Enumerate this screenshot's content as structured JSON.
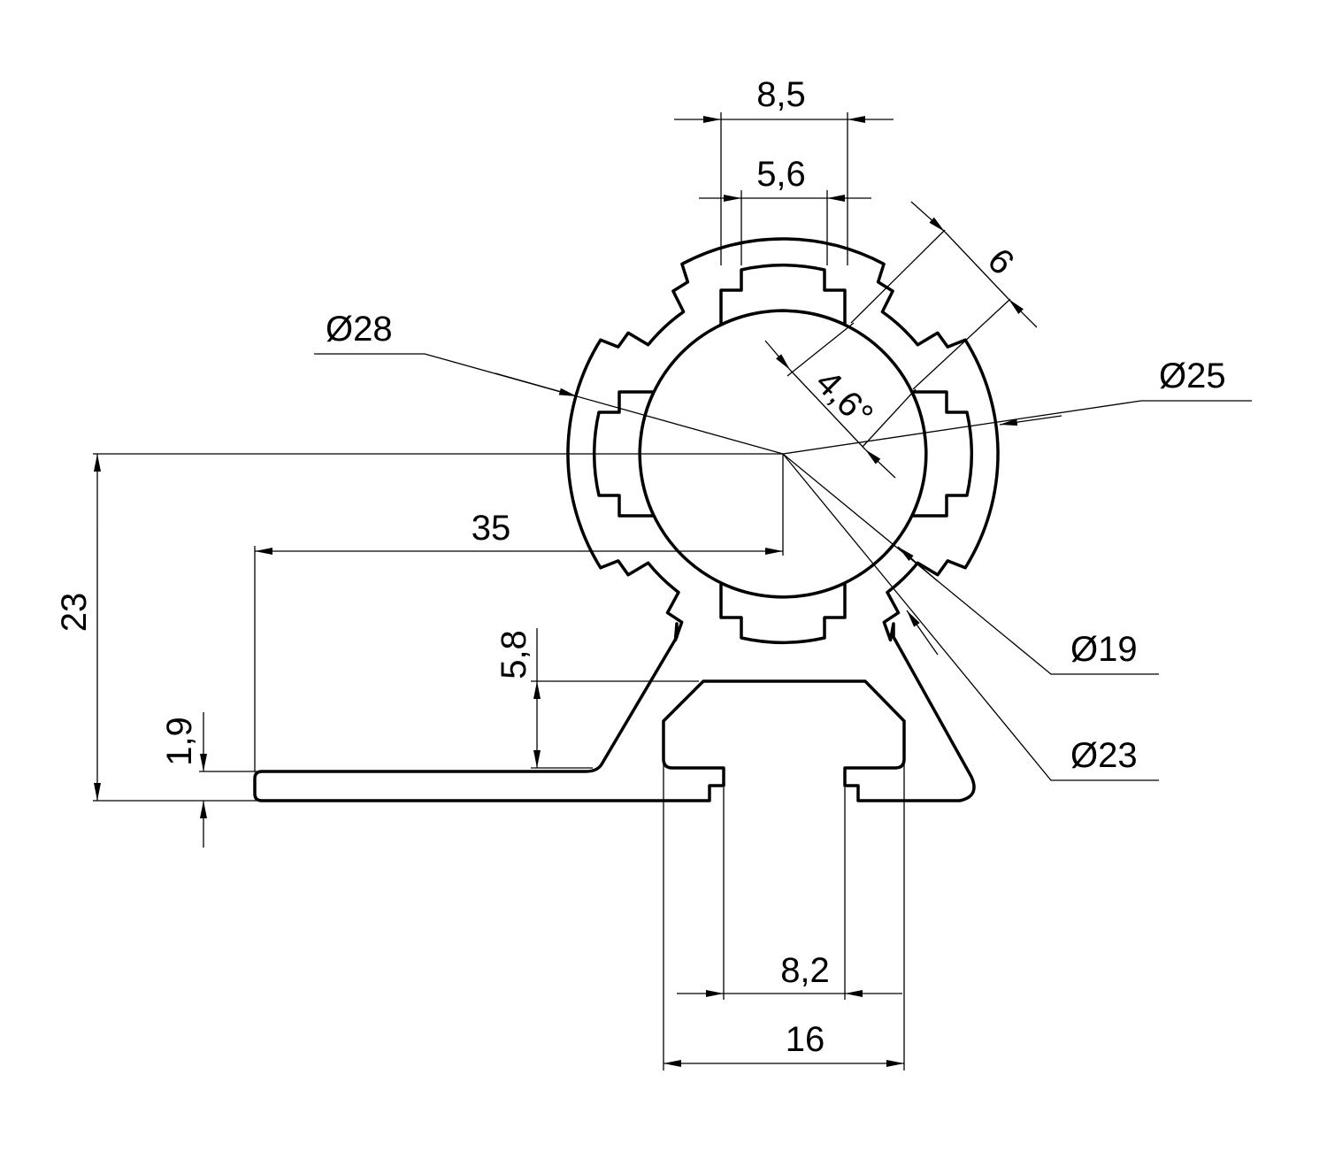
{
  "drawing": {
    "type": "profile cross-section",
    "dimensions": {
      "width_top_outer": "8,5",
      "width_top_inner": "5,6",
      "slot_width": "6",
      "outer_diameter": "Ø28",
      "diameter_25": "Ø25",
      "slot_depth": "4,6°",
      "height": "23",
      "offset": "35",
      "slot_height": "5,8",
      "plate_thickness": "1,9",
      "diameter_19": "Ø19",
      "diameter_23": "Ø23",
      "slot_opening": "8,2",
      "slot_total_width": "16"
    }
  }
}
